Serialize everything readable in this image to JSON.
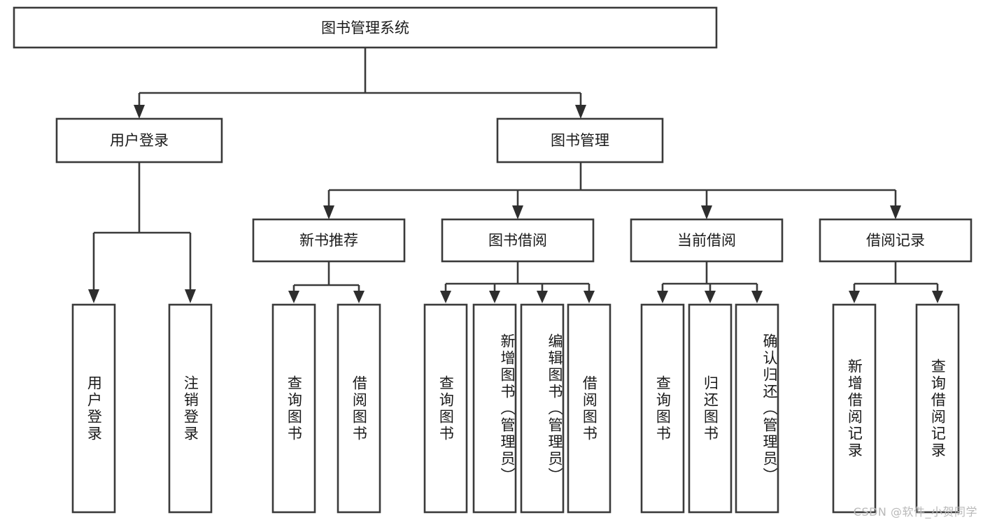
{
  "diagram": {
    "type": "tree",
    "title": "图书管理系统",
    "watermark": "CSDN @软件_小贺同学",
    "colors": {
      "stroke": "#3a3a3a",
      "fill": "#ffffff",
      "text": "#1a1a1a",
      "watermark": "#b9b9b9"
    },
    "levels": {
      "root": {
        "label": "图书管理系统"
      },
      "level2": [
        {
          "id": "user-login",
          "label": "用户登录"
        },
        {
          "id": "book-manage",
          "label": "图书管理"
        }
      ],
      "level3": [
        {
          "id": "new-book-rec",
          "label": "新书推荐",
          "parent": "book-manage"
        },
        {
          "id": "book-borrow",
          "label": "图书借阅",
          "parent": "book-manage"
        },
        {
          "id": "current-borrow",
          "label": "当前借阅",
          "parent": "book-manage"
        },
        {
          "id": "borrow-record",
          "label": "借阅记录",
          "parent": "book-manage"
        }
      ],
      "leaves": [
        {
          "id": "leaf-user-login",
          "label": "用户登录",
          "parent": "user-login"
        },
        {
          "id": "leaf-logout-login",
          "label": "注销登录",
          "parent": "user-login"
        },
        {
          "id": "leaf-query-book-1",
          "label": "查询图书",
          "parent": "new-book-rec"
        },
        {
          "id": "leaf-borrow-book-1",
          "label": "借阅图书",
          "parent": "new-book-rec"
        },
        {
          "id": "leaf-query-book-2",
          "label": "查询图书",
          "parent": "book-borrow"
        },
        {
          "id": "leaf-add-book",
          "label": "新增图书（管理员）",
          "parent": "book-borrow"
        },
        {
          "id": "leaf-edit-book",
          "label": "编辑图书（管理员）",
          "parent": "book-borrow"
        },
        {
          "id": "leaf-borrow-book-2",
          "label": "借阅图书",
          "parent": "book-borrow"
        },
        {
          "id": "leaf-query-book-3",
          "label": "查询图书",
          "parent": "current-borrow"
        },
        {
          "id": "leaf-return-book",
          "label": "归还图书",
          "parent": "current-borrow"
        },
        {
          "id": "leaf-confirm-return",
          "label": "确认归还（管理员）",
          "parent": "current-borrow"
        },
        {
          "id": "leaf-add-record",
          "label": "新增借阅记录",
          "parent": "borrow-record"
        },
        {
          "id": "leaf-query-record",
          "label": "查询借阅记录",
          "parent": "borrow-record"
        }
      ]
    }
  }
}
